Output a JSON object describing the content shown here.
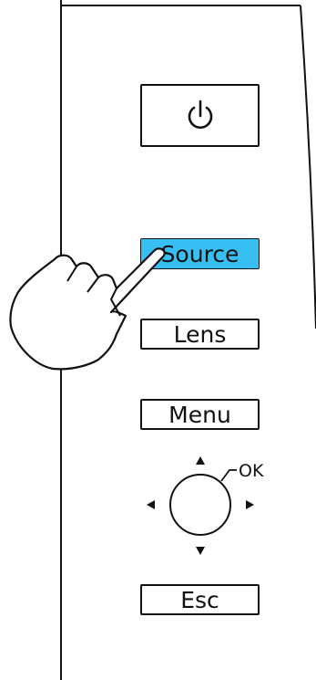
{
  "colors": {
    "outline": "#111111",
    "source_highlight": "#37bff3",
    "background": "#ffffff"
  },
  "buttons": {
    "power_icon": "power-icon",
    "source_label": "Source",
    "lens_label": "Lens",
    "menu_label": "Menu",
    "esc_label": "Esc"
  },
  "dpad": {
    "ok_label": "OK"
  },
  "hand_icon": "pointing-hand-icon"
}
